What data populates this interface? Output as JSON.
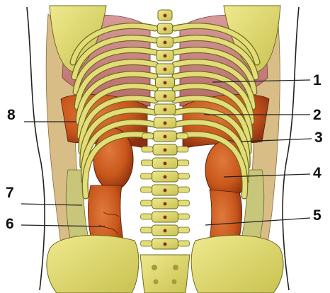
{
  "diagram": {
    "callouts": [
      {
        "id": "1",
        "label": "1"
      },
      {
        "id": "2",
        "label": "2"
      },
      {
        "id": "3",
        "label": "3"
      },
      {
        "id": "4",
        "label": "4"
      },
      {
        "id": "5",
        "label": "5"
      },
      {
        "id": "6",
        "label": "6"
      },
      {
        "id": "7",
        "label": "7"
      },
      {
        "id": "8",
        "label": "8"
      }
    ],
    "colors": {
      "background": "#ffffff",
      "bone": "#e6e27a",
      "bone_shadow": "#c3bd4d",
      "lung": "#cf8c8c",
      "organ": "#c9571c",
      "organ_dark": "#8a3010",
      "muscle": "#d4b27a",
      "label_line": "#222222"
    }
  }
}
